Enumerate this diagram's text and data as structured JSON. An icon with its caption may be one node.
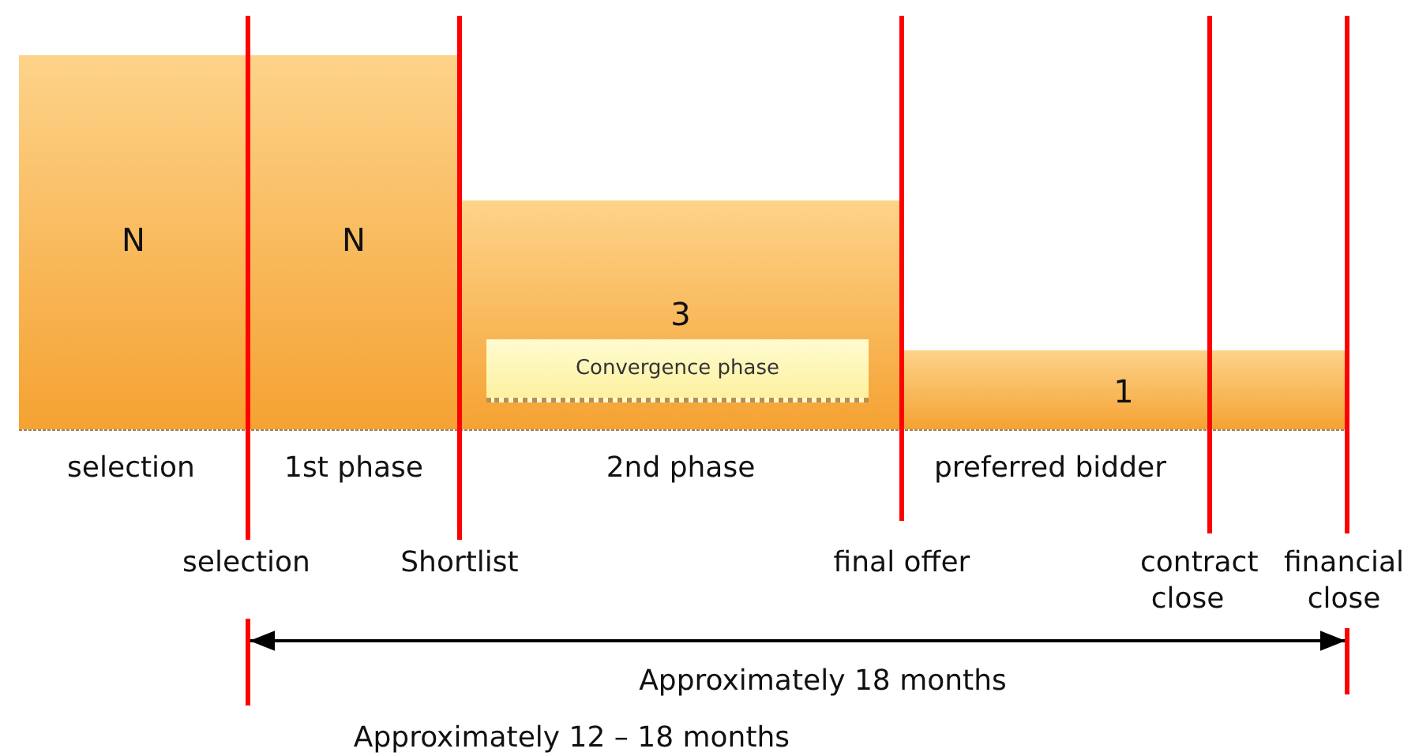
{
  "diagram": {
    "nodes": [
      {
        "text": [
          "N"
        ]
      },
      {
        "text": [
          "N"
        ]
      },
      {
        "text": [
          "3"
        ]
      },
      {
        "text": [
          "Convergence phase"
        ],
        "in": 2
      },
      {
        "text": [
          "1"
        ]
      }
    ],
    "labels": [
      "selection",
      "1st phase",
      "2nd phase",
      "preferred bidder",
      "selection",
      "Shortlist",
      "final offer",
      "contract close",
      "financial close",
      "Approximately 18 months",
      "Approximately 12 – 18 months"
    ]
  }
}
